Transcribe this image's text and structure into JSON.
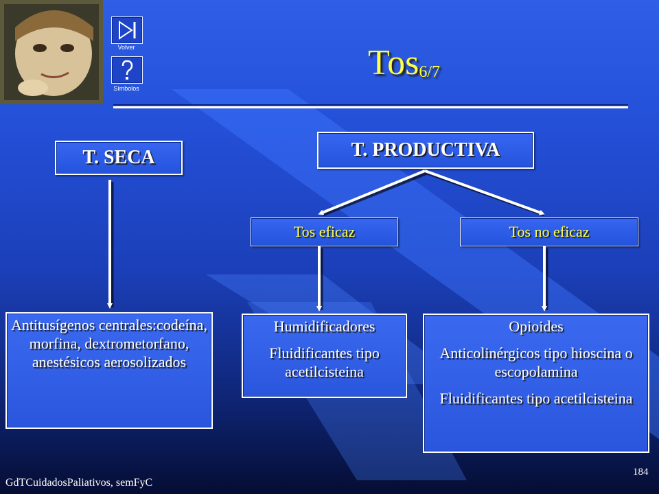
{
  "title": {
    "main": "Tos",
    "sub": "6/7"
  },
  "nav": {
    "back_label": "Volver",
    "symbols_label": "Símbolos"
  },
  "nodes": {
    "dry": "T. SECA",
    "productive": "T. PRODUCTIVA",
    "effective": "Tos eficaz",
    "ineffective": "Tos no eficaz"
  },
  "boxes": {
    "dry_treatment": [
      "Antitusígenos centrales:codeína, morfina, dextrometorfano, anestésicos aerosolizados"
    ],
    "effective_treatment": [
      "Humidificadores",
      "Fluidificantes tipo acetilcisteina"
    ],
    "ineffective_treatment": [
      "Opioides",
      "Anticolinérgicos tipo hioscina o escopolamina",
      "Fluidificantes tipo acetilcisteina"
    ]
  },
  "footer": {
    "credit": "GdTCuidadosPaliativos, semFyC",
    "page_number": "184"
  },
  "colors": {
    "title": "#ffff44",
    "background": "#2450d8",
    "text": "#ffffff"
  },
  "icons": {
    "back": "play-forward-icon",
    "symbols": "question-mark-icon"
  }
}
